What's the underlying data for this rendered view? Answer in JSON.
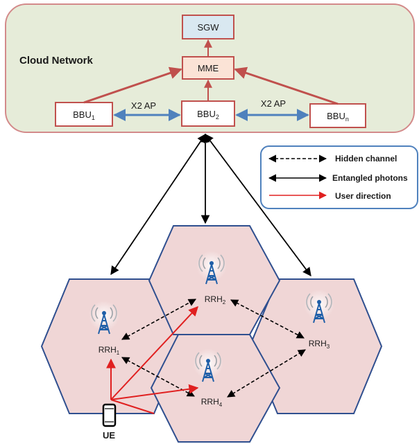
{
  "cloud": {
    "title": "Cloud Network",
    "sgw": "SGW",
    "mme": "MME",
    "bbu1": {
      "base": "BBU",
      "sub": "1"
    },
    "bbu2": {
      "base": "BBU",
      "sub": "2"
    },
    "bbun": {
      "base": "BBU",
      "sub": "n"
    },
    "x2_left": "X2 AP",
    "x2_right": "X2 AP"
  },
  "legend": {
    "items": [
      {
        "label": "Hidden channel",
        "style": "dashed-black"
      },
      {
        "label": "Entangled photons",
        "style": "solid-black"
      },
      {
        "label": "User direction",
        "style": "solid-red"
      }
    ]
  },
  "cells": {
    "rrh1": {
      "base": "RRH",
      "sub": "1"
    },
    "rrh2": {
      "base": "RRH",
      "sub": "2"
    },
    "rrh3": {
      "base": "RRH",
      "sub": "3"
    },
    "rrh4": {
      "base": "RRH",
      "sub": "4"
    }
  },
  "ue": {
    "label": "UE"
  },
  "colors": {
    "cloud_fill": "#e6ecd9",
    "cloud_stroke": "#d38a8a",
    "box_stroke": "#c0504d",
    "sgw_fill": "#d9e8f1",
    "mme_fill": "#fbe3d6",
    "x2_arrow": "#4f81bd",
    "hex_fill": "#f0d6d6",
    "hex_stroke": "#2f4f8f",
    "user_arrow": "#e02020",
    "legend_stroke": "#4f81bd"
  }
}
